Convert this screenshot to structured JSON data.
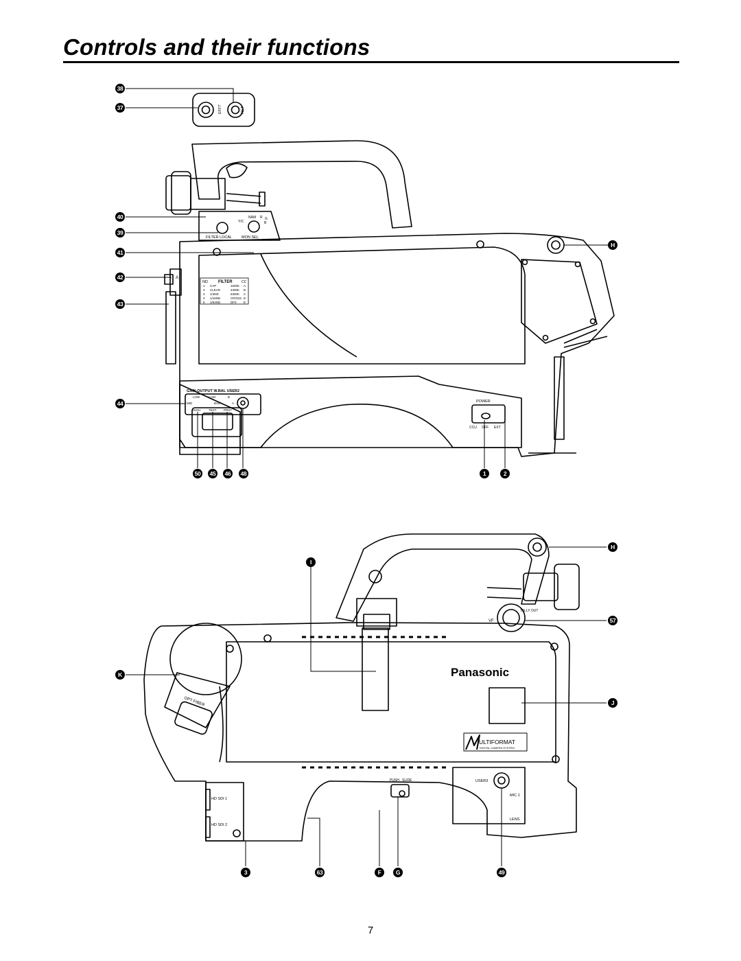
{
  "page": {
    "title": "Controls and their functions",
    "page_number": "7"
  },
  "top_view": {
    "callouts_left": [
      "38",
      "37",
      "40",
      "39",
      "41",
      "42",
      "43",
      "44"
    ],
    "callouts_bottom_left": [
      "50",
      "45",
      "46",
      "48"
    ],
    "callouts_bottom_right": [
      "1",
      "2"
    ],
    "callout_right": "H",
    "remote": {
      "eff_label": "EFFT",
      "ret_label": "RET"
    },
    "switch_panel": {
      "filter_local": "FILTER LOCAL",
      "mon_sel": "MON SEL",
      "nam": "NAM",
      "r": "R",
      "g": "G",
      "yc": "Y/C",
      "b": "B"
    },
    "filter_table": {
      "nd_head": "ND",
      "filter_head": "FILTER",
      "cc_head": "CC",
      "rows": [
        {
          "n": "1",
          "name": "CAP",
          "cc_val": "3200K",
          "cc": "A"
        },
        {
          "n": "2",
          "name": "CLEAR",
          "cc_val": "4300K",
          "cc": "B"
        },
        {
          "n": "3",
          "name": "1/4ND",
          "cc_val": "6300K",
          "cc": "C"
        },
        {
          "n": "4",
          "name": "1/16ND",
          "cc_val": "CROSS",
          "cc": "D"
        },
        {
          "n": "5",
          "name": "1/64ND",
          "cc_val": "DF0",
          "cc": "E"
        }
      ]
    },
    "gain_strip": {
      "labels": "GAIN  OUTPUT  W.BAL  USER2"
    },
    "gain_switches": {
      "low": "LOW",
      "mid": "MID",
      "high": "HIGH",
      "cam": "CAM",
      "bar": "BAR",
      "test": "TEST",
      "b": "B",
      "a": "A",
      "prst": "PRST"
    },
    "knob_label": "A",
    "power": {
      "label": "POWER",
      "ccu": "CCU",
      "off": "OFF",
      "ext": "EXT"
    }
  },
  "bottom_view": {
    "callouts_left": [
      "I",
      "K"
    ],
    "callouts_right": [
      "H",
      "57",
      "J"
    ],
    "callouts_bottom": [
      "3",
      "63",
      "F",
      "G",
      "49"
    ],
    "brand": "Panasonic",
    "multiformat": {
      "main": "ULTIFORMAT",
      "sub": "DIGITAL CAMERA SYSTEM"
    },
    "opt_fiber": "OPT FIBER",
    "vf": "VF",
    "tally_out": "TALLY OUT",
    "user3": "USER3",
    "mic1": "MIC 1",
    "lens": "LENS",
    "push": "PUSH",
    "slide": "SLIDE",
    "hd_sdi_1": "HD SDI 1",
    "hd_sdi_2": "HD SDI 2"
  }
}
